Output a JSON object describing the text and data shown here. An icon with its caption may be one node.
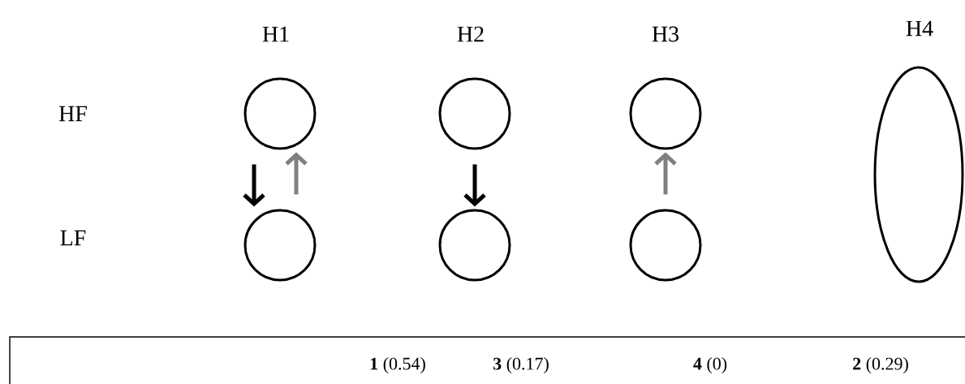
{
  "diagram": {
    "nodes": [
      {
        "text": [],
        "shape": "circle"
      },
      {
        "text": [],
        "shape": "circle"
      },
      {
        "text": [],
        "shape": "circle"
      },
      {
        "text": [],
        "shape": "ellipse"
      },
      {
        "text": [],
        "shape": "circle"
      },
      {
        "text": [],
        "shape": "circle"
      },
      {
        "text": [],
        "shape": "circle"
      }
    ],
    "edges": [
      {
        "from": 0,
        "to": 4,
        "arrow": "to"
      },
      {
        "from": 4,
        "to": 0,
        "arrow": "to",
        "color": "#808080"
      },
      {
        "from": 1,
        "to": 5,
        "arrow": "to"
      },
      {
        "from": 6,
        "to": 2,
        "arrow": "to",
        "color": "#808080"
      }
    ],
    "labels": [
      "H1",
      "H2",
      "H3",
      "H4",
      "HF",
      "LF",
      "**1** (0.54)",
      "**3** (0.17)",
      "**4** (0)",
      "**2** (0.29)"
    ]
  }
}
